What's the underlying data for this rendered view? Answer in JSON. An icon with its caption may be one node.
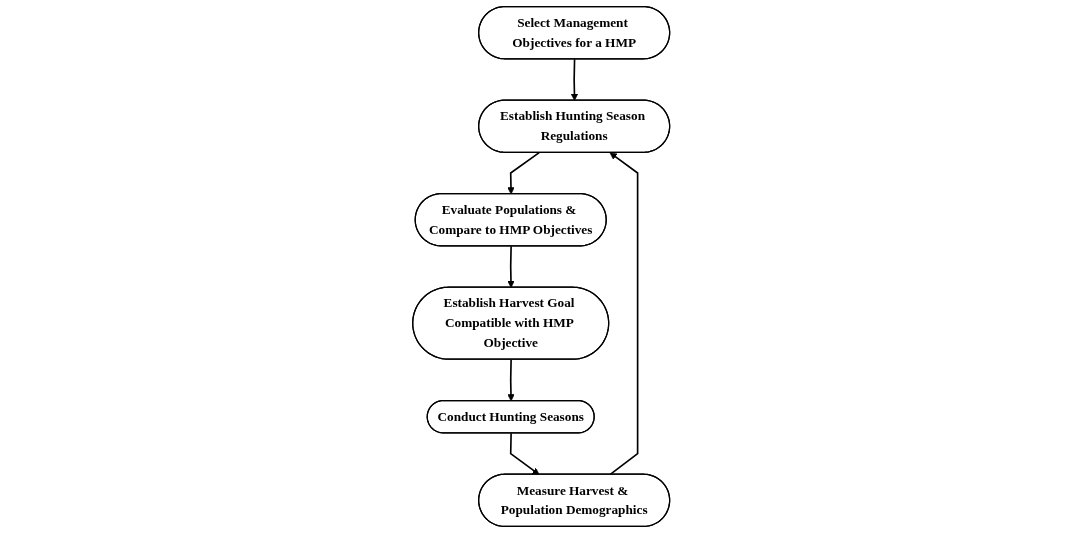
{
  "diagram": {
    "nodes": [
      {
        "text": [
          "Select Management Objectives for a HMP"
        ]
      },
      {
        "text": [
          "Measure Harvest & Population Demographics"
        ]
      },
      {
        "text": [
          "Establish Hunting Season Regulations"
        ]
      },
      {
        "text": [
          "Conduct Hunting Seasons"
        ]
      },
      {
        "text": [
          "Evaluate Populations & Compare to HMP Objectives"
        ]
      },
      {
        "text": [
          "Establish Harvest Goal Compatible with HMP Objective"
        ]
      }
    ],
    "edges": [
      {
        "from": 0,
        "to": 2,
        "arrow": "to"
      },
      {
        "from": 1,
        "to": 2,
        "arrow": "to"
      },
      {
        "from": 2,
        "to": 4,
        "arrow": "to"
      },
      {
        "from": 4,
        "to": 5,
        "arrow": "to"
      },
      {
        "from": 5,
        "to": 3,
        "arrow": "to"
      },
      {
        "from": 3,
        "to": 1,
        "arrow": "to"
      }
    ]
  }
}
